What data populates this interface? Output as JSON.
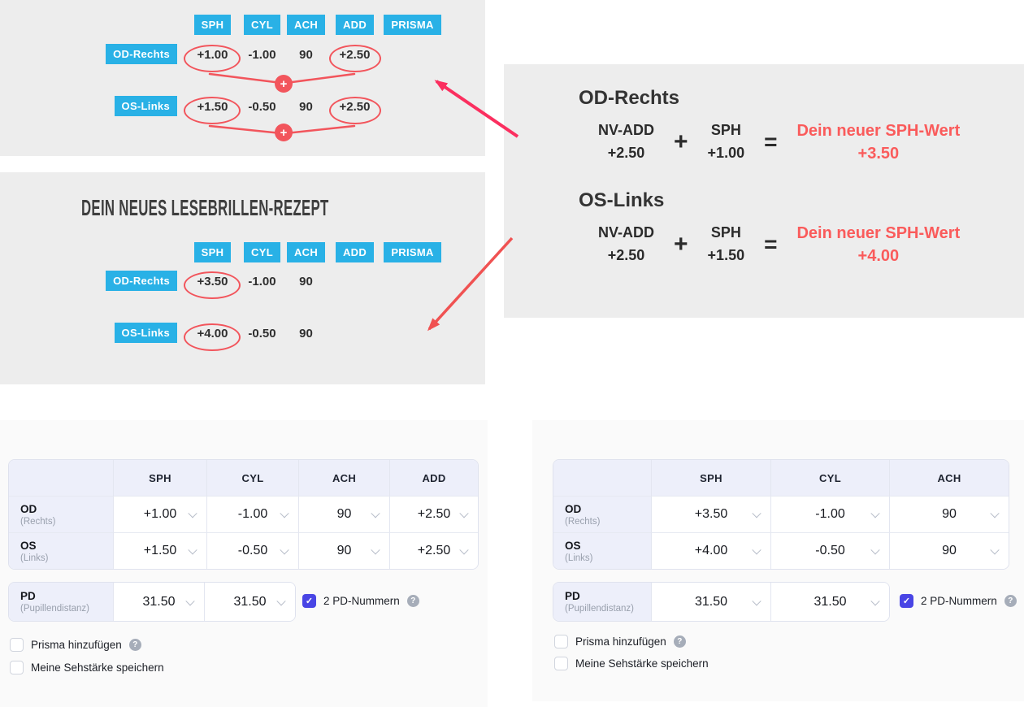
{
  "icons": {
    "plus": "+",
    "check": "✓",
    "question": "?"
  },
  "colors": {
    "cyan": "#29b1e6",
    "coral": "#f2555c",
    "arrow_pink": "#fb2f5f",
    "arrow_red": "#f05252",
    "result_red": "#fa5b5b",
    "indigo": "#4945e5",
    "panel_gray": "#ededed",
    "form_gray": "#fafafa",
    "cell_lavender": "#edeffa"
  },
  "panel_top": {
    "headers": [
      "SPH",
      "CYL",
      "ACH",
      "ADD",
      "PRISMA"
    ],
    "rows": [
      {
        "label": "OD-Rechts",
        "sph": "+1.00",
        "cyl": "-1.00",
        "ach": "90",
        "add": "+2.50"
      },
      {
        "label": "OS-Links",
        "sph": "+1.50",
        "cyl": "-0.50",
        "ach": "90",
        "add": "+2.50"
      }
    ]
  },
  "panel_rezept": {
    "title": "DEIN NEUES LESEBRILLEN-REZEPT",
    "headers": [
      "SPH",
      "CYL",
      "ACH",
      "ADD",
      "PRISMA"
    ],
    "rows": [
      {
        "label": "OD-Rechts",
        "sph": "+3.50",
        "cyl": "-1.00",
        "ach": "90"
      },
      {
        "label": "OS-Links",
        "sph": "+4.00",
        "cyl": "-0.50",
        "ach": "90"
      }
    ]
  },
  "panel_formula": {
    "sections": [
      {
        "title": "OD-Rechts",
        "term1_label": "NV-ADD",
        "term1_value": "+2.50",
        "operator": "+",
        "term2_label": "SPH",
        "term2_value": "+1.00",
        "equals": "=",
        "result_label": "Dein neuer SPH-Wert",
        "result_value": "+3.50"
      },
      {
        "title": "OS-Links",
        "term1_label": "NV-ADD",
        "term1_value": "+2.50",
        "operator": "+",
        "term2_label": "SPH",
        "term2_value": "+1.50",
        "equals": "=",
        "result_label": "Dein neuer SPH-Wert",
        "result_value": "+4.00"
      }
    ]
  },
  "form_left": {
    "headers": [
      "SPH",
      "CYL",
      "ACH",
      "ADD"
    ],
    "rows": [
      {
        "label": "OD",
        "sublabel": "(Rechts)",
        "values": [
          "+1.00",
          "-1.00",
          "90",
          "+2.50"
        ]
      },
      {
        "label": "OS",
        "sublabel": "(Links)",
        "values": [
          "+1.50",
          "-0.50",
          "90",
          "+2.50"
        ]
      }
    ],
    "pd_row": {
      "label": "PD",
      "sublabel": "(Pupillendistanz)",
      "values": [
        "31.50",
        "31.50"
      ]
    },
    "pd_checkbox": {
      "label": "2 PD-Nummern",
      "checked": true
    },
    "options": [
      {
        "label": "Prisma hinzufügen",
        "checked": false,
        "has_help": true
      },
      {
        "label": "Meine Sehstärke speichern",
        "checked": false,
        "has_help": false
      }
    ]
  },
  "form_right": {
    "headers": [
      "SPH",
      "CYL",
      "ACH"
    ],
    "rows": [
      {
        "label": "OD",
        "sublabel": "(Rechts)",
        "values": [
          "+3.50",
          "-1.00",
          "90"
        ]
      },
      {
        "label": "OS",
        "sublabel": "(Links)",
        "values": [
          "+4.00",
          "-0.50",
          "90"
        ]
      }
    ],
    "pd_row": {
      "label": "PD",
      "sublabel": "(Pupillendistanz)",
      "values": [
        "31.50",
        "31.50"
      ]
    },
    "pd_checkbox": {
      "label": "2 PD-Nummern",
      "checked": true
    },
    "options": [
      {
        "label": "Prisma hinzufügen",
        "checked": false,
        "has_help": true
      },
      {
        "label": "Meine Sehstärke speichern",
        "checked": false,
        "has_help": false
      }
    ]
  }
}
